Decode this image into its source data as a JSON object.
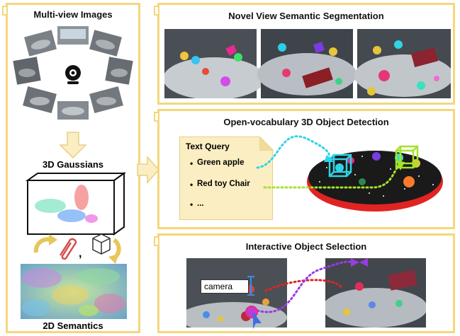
{
  "left_panel": {
    "title": "Multi-view Images",
    "gaussians_label": "3D Gaussians",
    "semantics_label": "2D Semantics",
    "comma": ","
  },
  "top_panel": {
    "title": "Novel View Semantic Segmentation"
  },
  "middle_panel": {
    "title": "Open-vocabulary 3D Object Detection",
    "query_header": "Text Query",
    "queries": [
      "Green apple",
      "Red toy Chair",
      "..."
    ]
  },
  "bottom_panel": {
    "title": "Interactive Object Selection",
    "input_text": "camera"
  },
  "colors": {
    "panel_border": "#f6d67a",
    "arrow_fill": "#fbeec2",
    "cyan": "#2fd4e6",
    "yellow_green": "#a4e22a",
    "red": "#e02424",
    "purple": "#9b3be0",
    "blue": "#3a6fe6"
  }
}
